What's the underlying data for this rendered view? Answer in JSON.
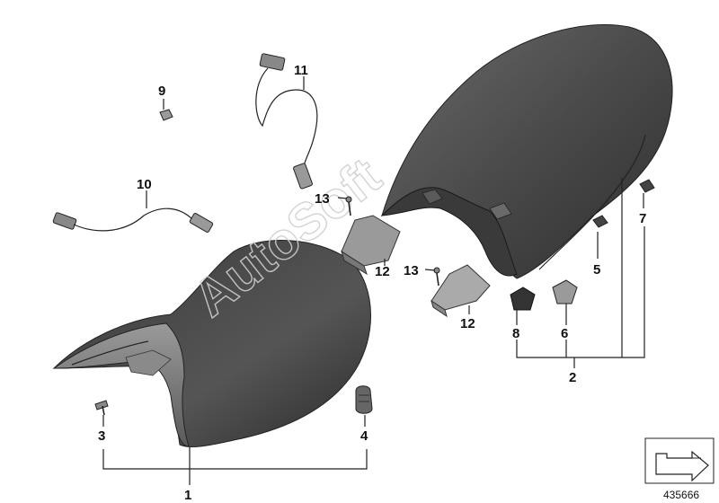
{
  "diagram": {
    "callouts": {
      "c1": "1",
      "c2": "2",
      "c3": "3",
      "c4": "4",
      "c5": "5",
      "c6": "6",
      "c7": "7",
      "c8": "8",
      "c9": "9",
      "c10": "10",
      "c11": "11",
      "c12a": "12",
      "c12b": "12",
      "c13a": "13",
      "c13b": "13"
    },
    "watermark": "AutoSoft",
    "reference_number": "435666",
    "icon": "arrow-symbol-icon"
  }
}
